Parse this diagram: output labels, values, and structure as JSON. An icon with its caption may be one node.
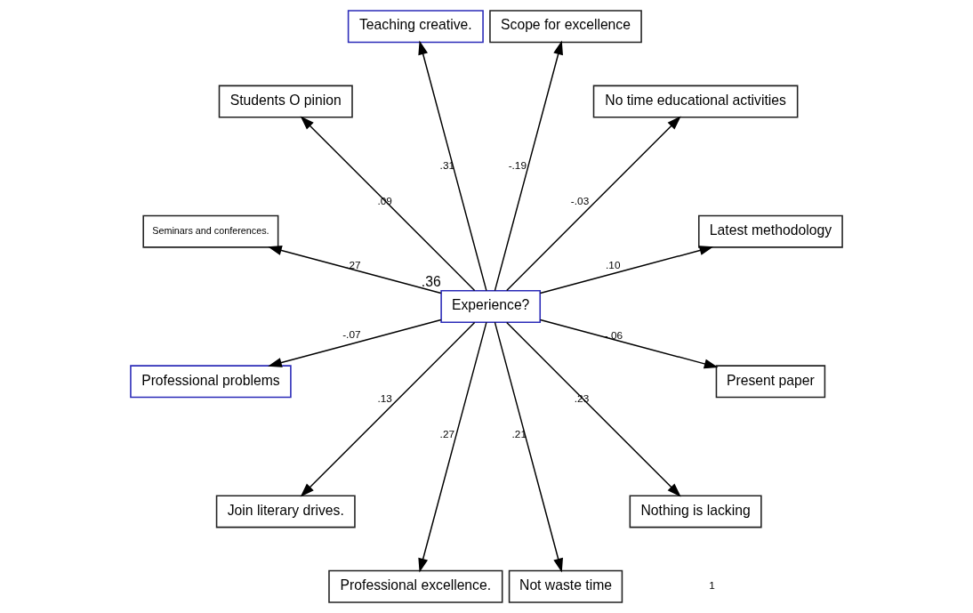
{
  "diagram": {
    "nodes": [
      {
        "text": [
          "Latest methodology"
        ]
      },
      {
        "text": [
          "No time educational activities"
        ]
      },
      {
        "text": [
          "Scope for excellence"
        ]
      },
      {
        "text": [
          "Teaching creative."
        ]
      },
      {
        "text": [
          "Students O pinion"
        ]
      },
      {
        "text": [
          "Seminars and conferences."
        ]
      },
      {
        "text": [
          "Experience?"
        ],
        "beside": [
          ".36"
        ]
      },
      {
        "text": [
          "Professional problems"
        ]
      },
      {
        "text": [
          "Join literary drives."
        ]
      },
      {
        "text": [
          "Professional excellence."
        ]
      },
      {
        "text": [
          "Not waste time"
        ]
      },
      {
        "text": [
          "Nothing is lacking"
        ]
      },
      {
        "text": [
          "Present paper"
        ]
      }
    ],
    "edges": [
      {
        "from": 6,
        "to": 0,
        "arrow": "to",
        "label": ".10"
      },
      {
        "from": 6,
        "to": 1,
        "arrow": "to",
        "label": "-.03"
      },
      {
        "from": 6,
        "to": 2,
        "arrow": "to",
        "label": "-.19"
      },
      {
        "from": 6,
        "to": 3,
        "arrow": "to",
        "label": ".31"
      },
      {
        "from": 6,
        "to": 4,
        "arrow": "to",
        "label": ".09"
      },
      {
        "from": 6,
        "to": 5,
        "arrow": "to",
        "label": ".27"
      },
      {
        "from": 6,
        "to": 7,
        "arrow": "to",
        "label": "-.07"
      },
      {
        "from": 6,
        "to": 8,
        "arrow": "to",
        "label": ".13"
      },
      {
        "from": 6,
        "to": 9,
        "arrow": "to",
        "label": ".27"
      },
      {
        "from": 6,
        "to": 10,
        "arrow": "to",
        "label": ".21"
      },
      {
        "from": 6,
        "to": 11,
        "arrow": "to",
        "label": ".23"
      },
      {
        "from": 6,
        "to": 12,
        "arrow": "to",
        "label": "-.06"
      }
    ],
    "labels": [
      "1"
    ]
  }
}
